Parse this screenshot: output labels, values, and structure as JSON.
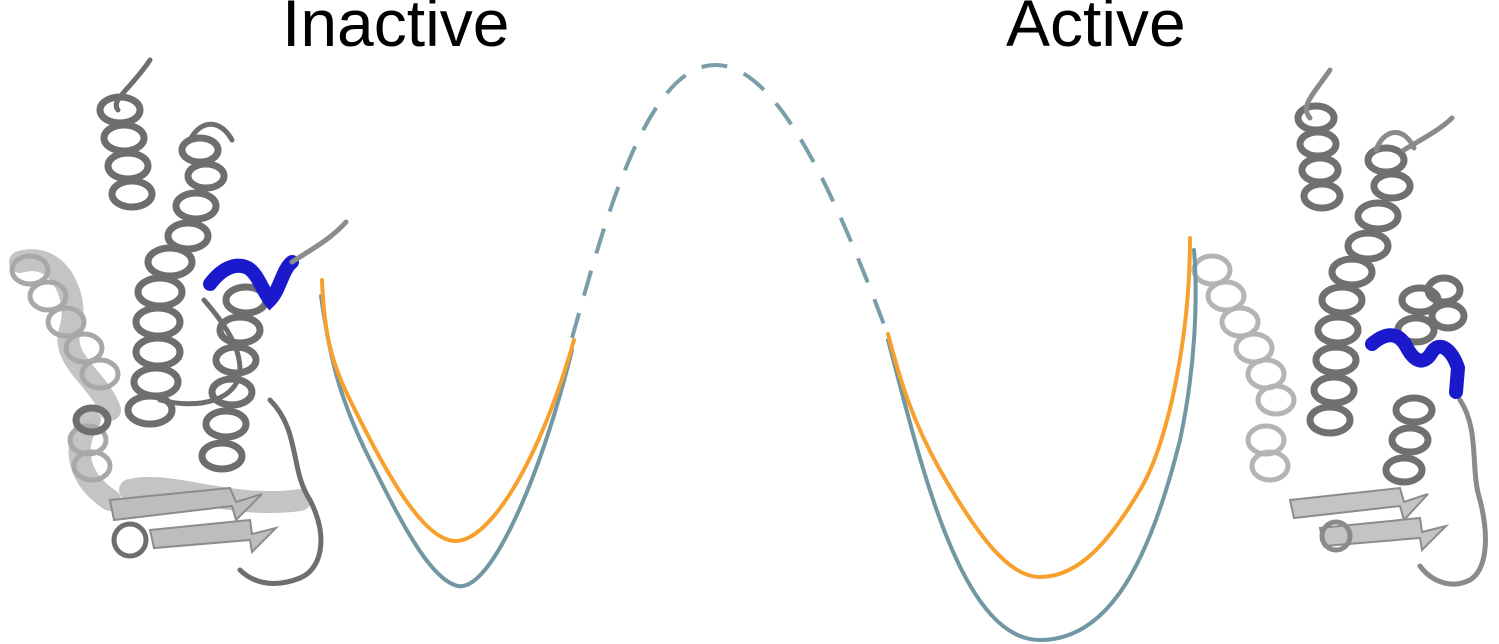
{
  "labels": {
    "inactive": "Inactive",
    "active": "Active"
  },
  "colors": {
    "curve_orange": "#F7A02E",
    "curve_teal": "#7097A3",
    "barrier_dashed": "#7A9EA9",
    "protein_dark": "#6E6E6E",
    "protein_mid": "#8C8C8C",
    "protein_light": "#BDBDBD",
    "highlight_helix": "#1A1ACC"
  },
  "icons": {
    "left_structure": "protein-ribbon-inactive",
    "right_structure": "protein-ribbon-active"
  }
}
